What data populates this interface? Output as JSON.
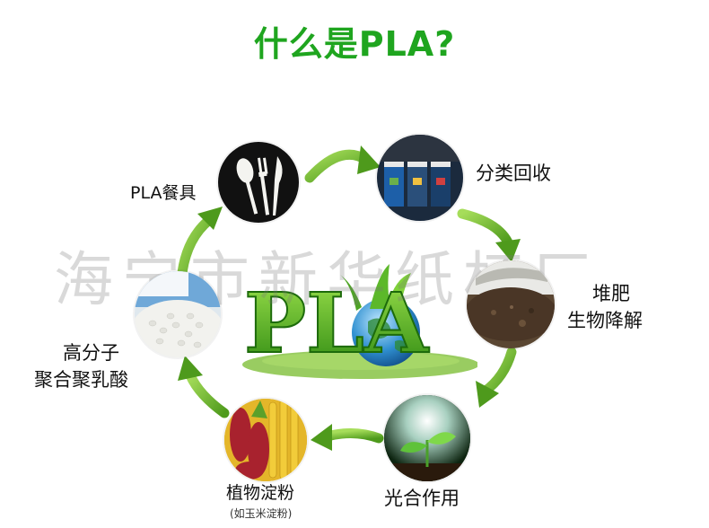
{
  "title": "什么是PLA?",
  "watermark": "海宁市新华纸杯厂",
  "center": {
    "logo_text": "PLA"
  },
  "nodes": {
    "tableware": {
      "label": "PLA餐具",
      "icon": "fork-knife-spoon-icon"
    },
    "recycling": {
      "label": "分类回收",
      "icon": "recycle-bins-icon"
    },
    "compost": {
      "label_line1": "堆肥",
      "label_line2": "生物降解",
      "icon": "soil-icon"
    },
    "photosynthesis": {
      "label": "光合作用",
      "icon": "seedling-icon"
    },
    "starch": {
      "label": "植物淀粉",
      "sublabel": "(如玉米淀粉)",
      "icon": "corn-icon"
    },
    "polymer": {
      "label_line1": "高分子",
      "label_line2": "聚合聚乳酸",
      "icon": "pellets-icon"
    }
  },
  "colors": {
    "title": "#1fa51f",
    "arrow": "#7cc63a",
    "arrow_dark": "#4e9a1c"
  }
}
